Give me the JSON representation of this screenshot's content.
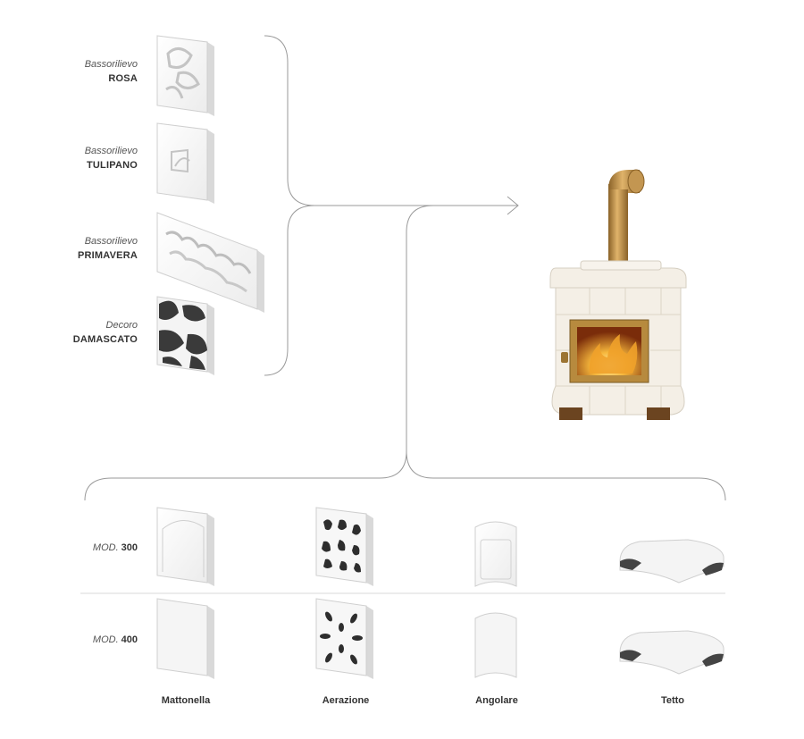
{
  "decorations": [
    {
      "kind": "Bassorilievo",
      "name": "ROSA"
    },
    {
      "kind": "Bassorilievo",
      "name": "TULIPANO"
    },
    {
      "kind": "Bassorilievo",
      "name": "PRIMAVERA"
    },
    {
      "kind": "Decoro",
      "name": "DAMASCATO"
    }
  ],
  "models": [
    {
      "prefix": "MOD.",
      "number": "300"
    },
    {
      "prefix": "MOD.",
      "number": "400"
    }
  ],
  "columns": [
    "Mattonella",
    "Aerazione",
    "Angolare",
    "Tetto"
  ],
  "colors": {
    "line": "#9a9a9a",
    "tile_face": "#f7f7f7",
    "tile_side": "#d9d9d9",
    "damask": "#3a3a3a",
    "stove_body": "#f4efe6",
    "brass": "#b78a3e",
    "flame": "#f0a12a"
  }
}
